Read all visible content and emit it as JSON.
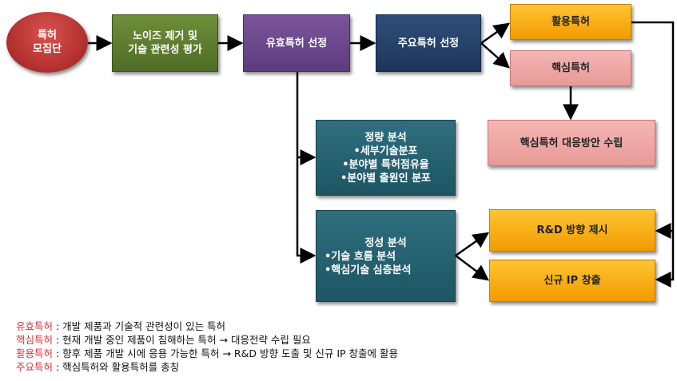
{
  "nodes": {
    "collection": [
      "특허",
      "모집단"
    ],
    "noise": [
      "노이즈 제거 및",
      "기술 관련성 평가"
    ],
    "valid": "유효특허 선정",
    "major": "주요특허 선정",
    "utilized": "활용특허",
    "core": "핵심특허",
    "core_plan": "핵심특허 대응방안 수립",
    "quantitative": {
      "title": "정량 분석",
      "items": [
        "•세부기술분포",
        "•분야별 특허점유율",
        "•분야별 출원인 분포"
      ]
    },
    "qualitative": {
      "title": "정성 분석",
      "items": [
        "•기술 흐름 분석",
        "•핵심기술 심층분석"
      ]
    },
    "rnd": "R&D 방향 제시",
    "new_ip": "신규 IP 창출"
  },
  "legend": [
    {
      "term": "유효특허",
      "def": " : 개발 제품과 기술적 관련성이 있는 특허"
    },
    {
      "term": "핵심특허",
      "def": " : 현재 개발 중인 제품이 침해하는 특허 → 대응전략 수립 필요"
    },
    {
      "term": "활용특허",
      "def": " : 향후 제품 개발 시에 응용 가능한 특허 → R&D 방향 도출 및 신규 IP 창출에 활용"
    },
    {
      "term": "주요특허",
      "def": " : 핵심특허와 활용특허를 총칭"
    }
  ]
}
